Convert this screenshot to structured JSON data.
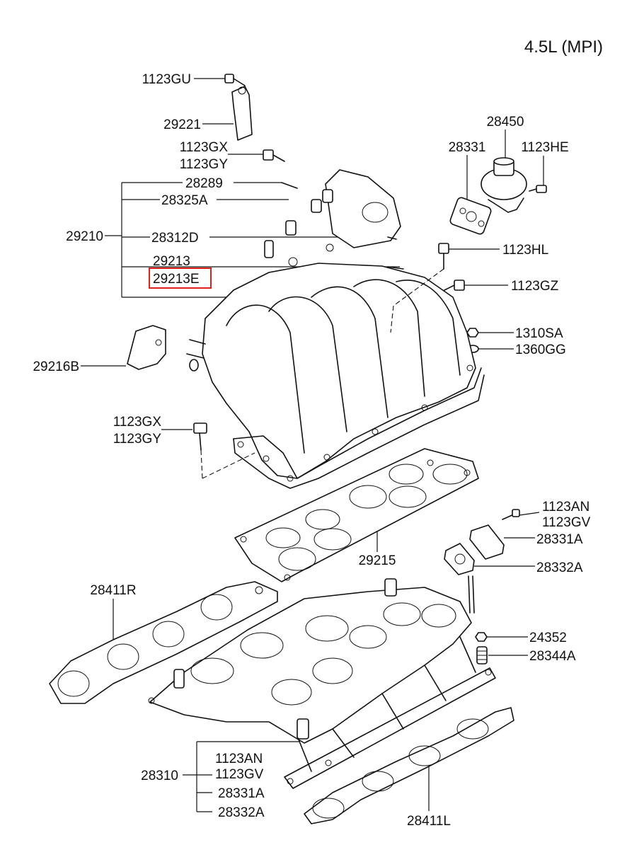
{
  "title": "4.5L (MPI)",
  "labels": {
    "l_1123GU": "1123GU",
    "l_29221": "29221",
    "l_1123GX_a": "1123GX",
    "l_1123GY_a": "1123GY",
    "l_28289": "28289",
    "l_28325A": "28325A",
    "l_29210": "29210",
    "l_28312D": "28312D",
    "l_29213": "29213",
    "l_29213E": "29213E",
    "l_28450": "28450",
    "l_28331": "28331",
    "l_1123HE": "1123HE",
    "l_1123HL": "1123HL",
    "l_1123GZ": "1123GZ",
    "l_1310SA": "1310SA",
    "l_1360GG": "1360GG",
    "l_29216B": "29216B",
    "l_1123GX_b": "1123GX",
    "l_1123GY_b": "1123GY",
    "l_1123AN_a": "1123AN",
    "l_1123GV_a": "1123GV",
    "l_28331A_a": "28331A",
    "l_28332A_a": "28332A",
    "l_29215": "29215",
    "l_28411R": "28411R",
    "l_24352": "24352",
    "l_28344A": "28344A",
    "l_28310": "28310",
    "l_1123AN_b": "1123AN",
    "l_1123GV_b": "1123GV",
    "l_28331A_b": "28331A",
    "l_28332A_b": "28332A",
    "l_28411L": "28411L"
  },
  "highlight_color": "#e0201b"
}
